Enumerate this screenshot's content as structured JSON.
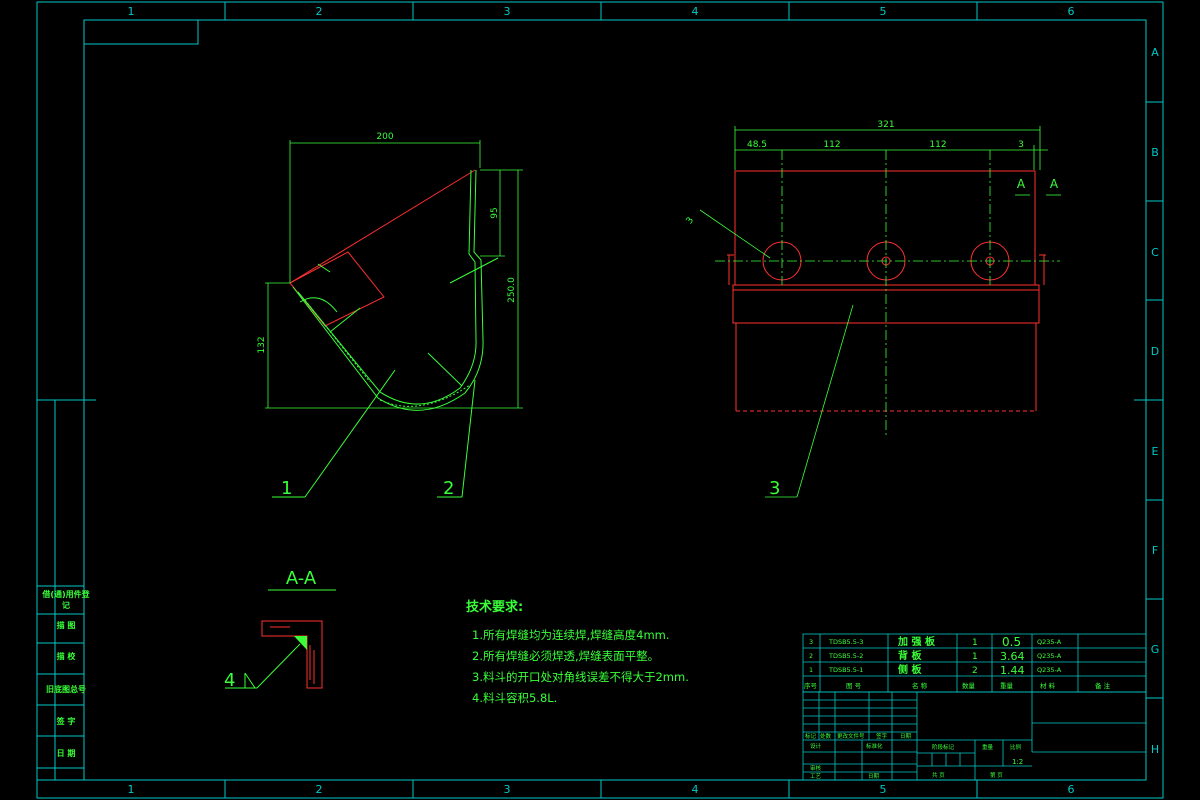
{
  "frame": {
    "columns": [
      "1",
      "2",
      "3",
      "4",
      "5",
      "6"
    ],
    "rows": [
      "A",
      "B",
      "C",
      "D",
      "E",
      "F",
      "G",
      "H"
    ]
  },
  "left_view": {
    "dims": {
      "width": "200",
      "height_total": "250.0",
      "height_left": "132",
      "top_gap": "95"
    },
    "callouts": [
      "1",
      "2"
    ]
  },
  "right_view": {
    "dims": {
      "overall": "321",
      "d1": "48.5",
      "d2": "112",
      "d3": "112",
      "d4": "3"
    },
    "section_marks": [
      "A",
      "A"
    ],
    "weld_symbol": "3",
    "callouts": [
      "3"
    ]
  },
  "section": {
    "title": "A-A",
    "callout": "4"
  },
  "tech_requirements": {
    "title": "技术要求:",
    "lines": [
      "1.所有焊缝均为连续焊,焊缝高度4mm.",
      "2.所有焊缝必须焊透,焊缝表面平整。",
      "3.料斗的开口处对角线误差不得大于2mm.",
      "4.料斗容积5.8L."
    ]
  },
  "side_block": {
    "labels": [
      "借(通)用件登记",
      "描 图",
      "描 校",
      "旧底图总号",
      "签 字",
      "日 期"
    ]
  },
  "bom": {
    "rows": [
      {
        "no": "3",
        "code": "TDSB5.5-3",
        "name": "加 强 板",
        "qty": "1",
        "weight": "0.5",
        "material": "Q235-A"
      },
      {
        "no": "2",
        "code": "TDSB5.5-2",
        "name": "背 板",
        "qty": "1",
        "weight": "3.64",
        "material": "Q235-A"
      },
      {
        "no": "1",
        "code": "TDSB5.5-1",
        "name": "侧 板",
        "qty": "2",
        "weight": "1.44",
        "material": "Q235-A"
      }
    ],
    "header": [
      "序号",
      "图 号",
      "名 称",
      "数量",
      "重量",
      "材 料",
      "备 注"
    ]
  },
  "title_block": {
    "labels": [
      "标记",
      "处数",
      "更改文件号",
      "签字",
      "日期",
      "设计",
      "标准化",
      "审核",
      "工艺",
      "日期",
      "阶段标记",
      "重量",
      "比例",
      "共 页",
      "第 页"
    ],
    "scale": "1:2"
  }
}
